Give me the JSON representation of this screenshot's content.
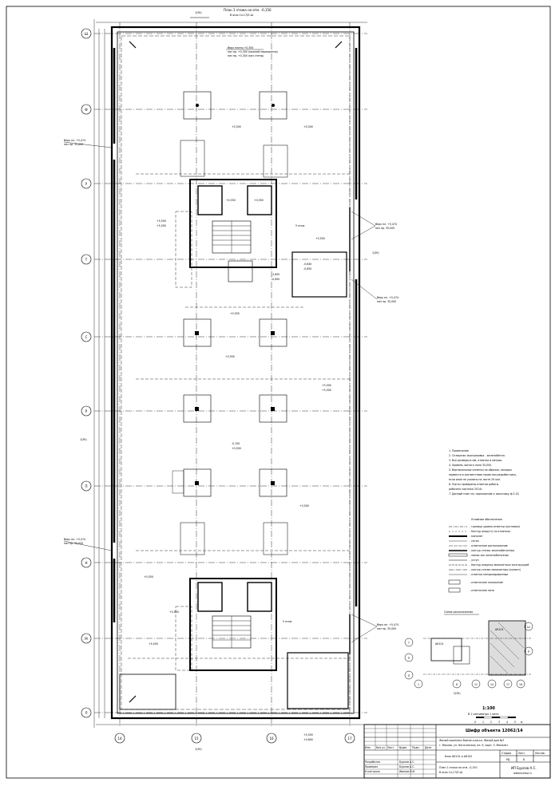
{
  "plan": {
    "title_line1": "План 1 этажа на отм. -0,150",
    "title_line2": "В осях 14-17/Л-Ш",
    "title_ref": "1(39)",
    "note_top_1": "Верх плиты +0,300",
    "note_top_2": "низ пр. +0,300 (нижней перекрытия)",
    "note_top_3": "низ пр. +0,300 (низ стены)"
  },
  "axes": {
    "rows": [
      "Ш",
      "Ф",
      "У",
      "Т",
      "С",
      "Р",
      "П",
      "Н",
      "М",
      "Л"
    ],
    "cols": [
      "14",
      "15",
      "16",
      "17"
    ]
  },
  "callouts": {
    "left_1a": "Верх пл. +5,474",
    "left_1b": "низ пр. 35,000",
    "left_2a": "Верх пл. +5,474",
    "left_2b": "низ пр. 35,000",
    "right_1a": "Верх пл. +5,474",
    "right_1b": "низ пр. 35,000",
    "right_2a": "Верх пл. +5,474",
    "right_2b": "низ пр. 35,000",
    "right_3a": "Верх пл. +5,474",
    "right_3b": "низ пр. 35,000",
    "section_1": "1(39)",
    "section_2": "1(39)",
    "section_3": "1(39)",
    "section_4": "2(39)"
  },
  "elevations": {
    "e1": "+0,550",
    "e2": "+0,550",
    "e3": "+5,500",
    "e4": "+5,500",
    "e5": "+5,550",
    "e6": "-0,640",
    "e7": "-0,650",
    "e8": "-2,650",
    "e9": "-0,650",
    "e10": "+0,500",
    "e11": "+0,500",
    "e12": "+0,550",
    "e13": "+5,550",
    "e14": "-0,150",
    "e15": "+0,500",
    "e16": "+3,500",
    "e17": "+5,500",
    "e18": "+5,500",
    "e19": "+0,550",
    "e20": "+0,550",
    "e21": "+5,500",
    "e22": "+5,550",
    "e23": "+0,600",
    "s1": "5 этаж",
    "s2": "5 этаж"
  },
  "notes": {
    "title": "Примечания",
    "items": [
      "1.  Примечание",
      "2.  Сплошная заштриховка - железобетон.",
      "3.  Все размеры в мм, отметки в метрах.",
      "4.  Уровень чистого пола 35,000.",
      "5.  Вертикальные отметки на обрезах, анкерах",
      "     привести в соответствие проектом разработчика,",
      "     если иное не указано на листе 29 кол.",
      "6.  Листы проверены ответом работы",
      "     рабочего чертежа 2014г.",
      "7.  Данный план см. приложение к заказчику ф.3-20"
    ]
  },
  "legend": {
    "title": "Условные обозначения",
    "items": [
      "- граница уровня отметки (котлован)",
      "- Контур опор(ст) на отметках",
      "- монолит",
      "- сетка",
      "- отметочное расположение",
      "- контур стенок железобетонных",
      "- линии зон железобетонных",
      "- уступ",
      "- Контур опорных монолитных конструкций",
      "- контур стенок монолитных (колонн)",
      "- отметки ненормированные"
    ],
    "elev_mark_1": "- отметочное положение",
    "elev_mark_2": "- отметочное низа"
  },
  "key_plan": {
    "title": "Схема расположения",
    "rows": [
      "Ш",
      "Р",
      "Т",
      "П",
      "Л"
    ],
    "cols": [
      "1",
      "8",
      "11",
      "14",
      "17",
      "19"
    ],
    "label": "АК101",
    "ref": "2(39)"
  },
  "scale": {
    "value": "1:100",
    "caption": "В 1 сантиметре 1 метр",
    "ticks": [
      "0",
      "1",
      "2",
      "3",
      "4",
      "5",
      "м"
    ]
  },
  "title_block": {
    "project_code": "Шифр объекта 12062/14",
    "description_1": "Жилой комплекс бизнес-класса. Жилой дом №3",
    "description_2": "г. Москва, ул. Нагатинская, вл. 9, корп. 3. Монолит",
    "stage_label": "Стадия",
    "sheet_label": "Лист",
    "sheets_label": "Листов",
    "stage": "РД",
    "sheet": "8",
    "sheets": "",
    "part_title": "Блок АК101 и АК102",
    "sheet_title_1": "План 1 этажа на отм. -0,150",
    "sheet_title_2": "В осях 14-17/Л-Ш",
    "org_1": "ИП Бурлов А.С.",
    "org_2": "www.burlov.ru",
    "head_cols": [
      "Изм.",
      "Кол.уч",
      "Лист",
      "№док",
      "Подп.",
      "Дата"
    ],
    "roles": [
      "Разработал",
      "Проверил",
      "Н.контроль"
    ],
    "names": [
      "Бурлов А.С.",
      "Бурлов А.С.",
      "Иванов И.И."
    ]
  }
}
